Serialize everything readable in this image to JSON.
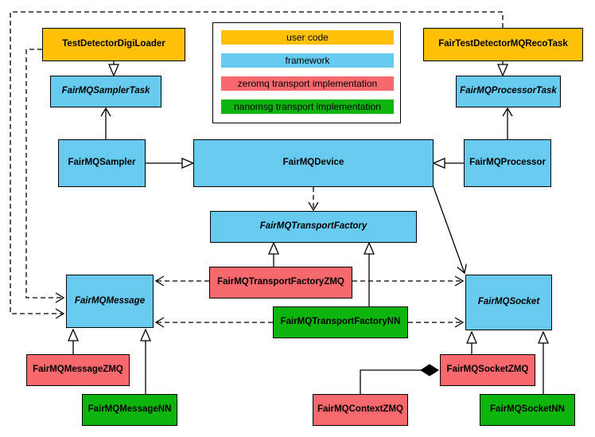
{
  "colors": {
    "user_code": "#FFC107",
    "framework": "#67CBF0",
    "zeromq": "#F7696C",
    "nanomsg": "#0CB40C",
    "line": "#000000",
    "background": "#FFFFFF"
  },
  "legend": {
    "items": [
      {
        "label": "user code",
        "color": "user_code"
      },
      {
        "label": "framework",
        "color": "framework"
      },
      {
        "label": "zeromq transport implementation",
        "color": "zeromq"
      },
      {
        "label": "nanomsg transport implementation",
        "color": "nanomsg"
      }
    ]
  },
  "nodes": {
    "loader": {
      "label": "TestDetectorDigiLoader",
      "category": "user code",
      "abstract": false
    },
    "reco": {
      "label": "FairTestDetectorMQRecoTask",
      "category": "user code",
      "abstract": false
    },
    "samplertask": {
      "label": "FairMQSamplerTask",
      "category": "framework",
      "abstract": true
    },
    "processortask": {
      "label": "FairMQProcessorTask",
      "category": "framework",
      "abstract": true
    },
    "sampler": {
      "label": "FairMQSampler",
      "category": "framework",
      "abstract": false
    },
    "device": {
      "label": "FairMQDevice",
      "category": "framework",
      "abstract": false
    },
    "processor": {
      "label": "FairMQProcessor",
      "category": "framework",
      "abstract": false
    },
    "factory": {
      "label": "FairMQTransportFactory",
      "category": "framework",
      "abstract": true
    },
    "factoryzmq": {
      "label": "FairMQTransportFactoryZMQ",
      "category": "zeromq",
      "abstract": false
    },
    "factorynn": {
      "label": "FairMQTransportFactoryNN",
      "category": "nanomsg",
      "abstract": false
    },
    "message": {
      "label": "FairMQMessage",
      "category": "framework",
      "abstract": true
    },
    "socket": {
      "label": "FairMQSocket",
      "category": "framework",
      "abstract": true
    },
    "messagezmq": {
      "label": "FairMQMessageZMQ",
      "category": "zeromq",
      "abstract": false
    },
    "messagenn": {
      "label": "FairMQMessageNN",
      "category": "nanomsg",
      "abstract": false
    },
    "socketzmq": {
      "label": "FairMQSocketZMQ",
      "category": "zeromq",
      "abstract": false
    },
    "socketnn": {
      "label": "FairMQSocketNN",
      "category": "nanomsg",
      "abstract": false
    },
    "contextzmq": {
      "label": "FairMQContextZMQ",
      "category": "zeromq",
      "abstract": false
    }
  }
}
